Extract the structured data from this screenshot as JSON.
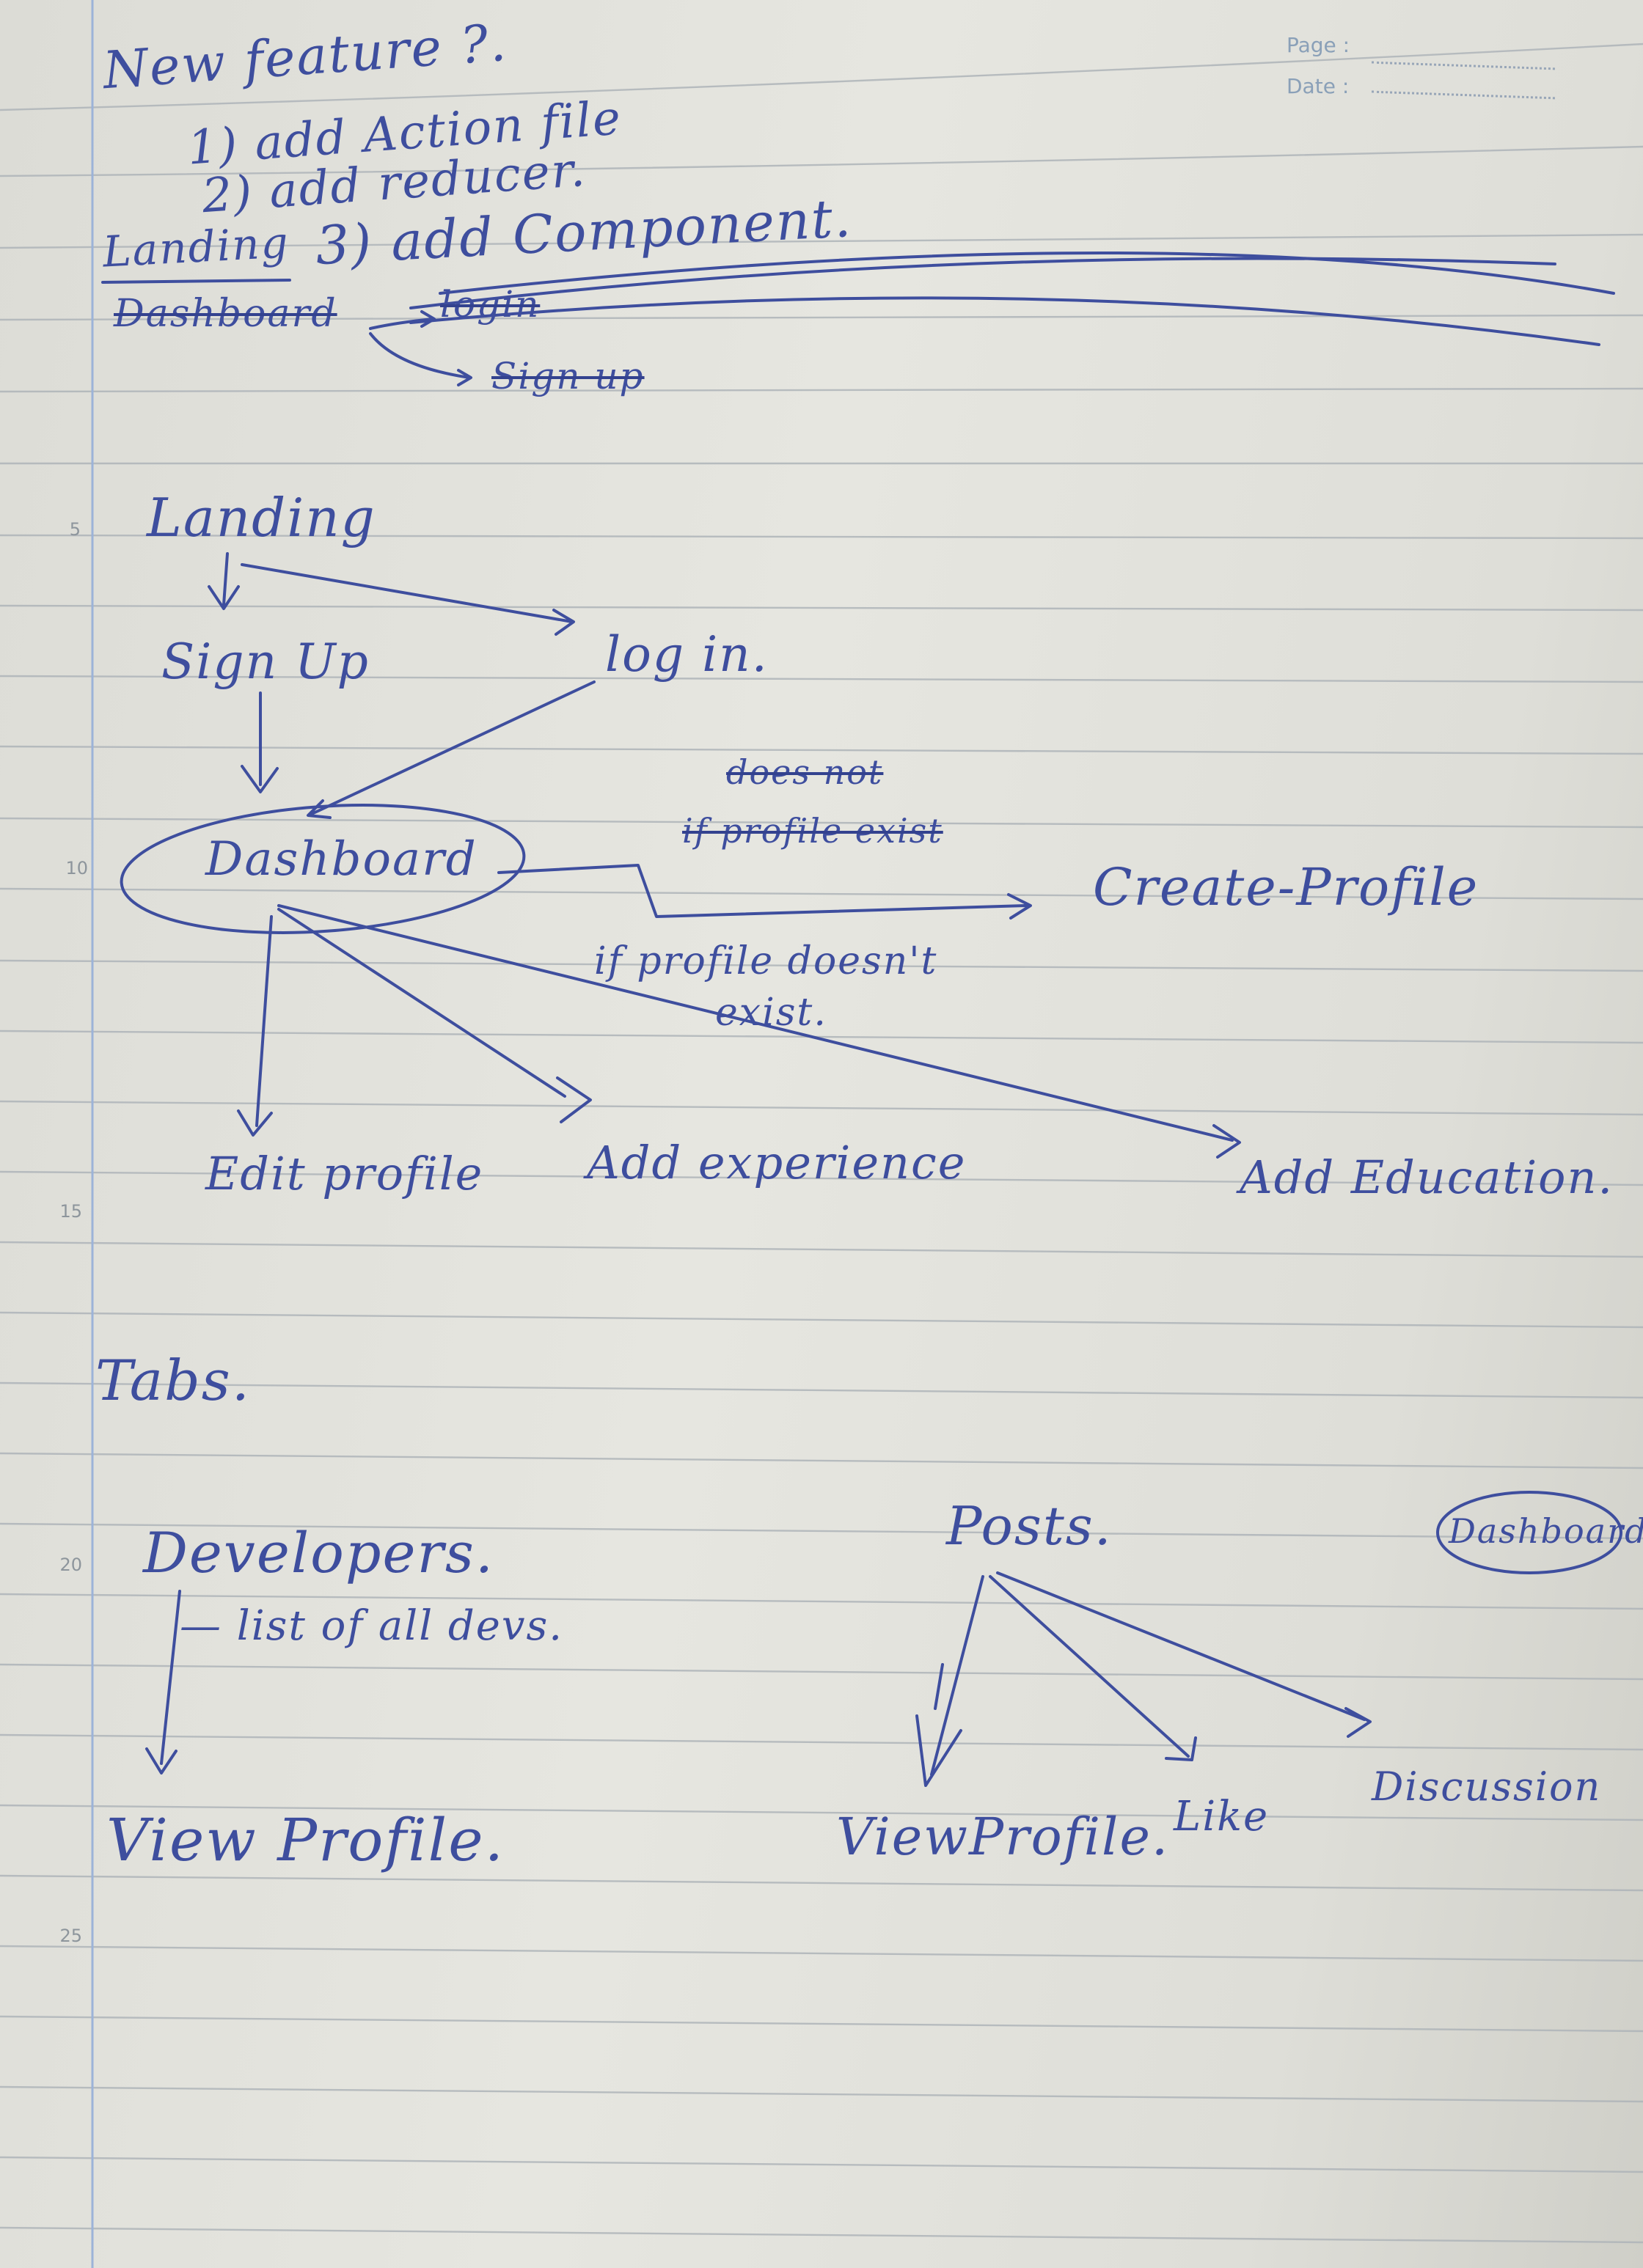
{
  "header": {
    "page_label": "Page :",
    "date_label": "Date :"
  },
  "line_numbers": [
    "5",
    "10",
    "15",
    "20",
    "25"
  ],
  "steps": {
    "title": "New feature ?.",
    "step1": "1) add Action file",
    "step2": "2) add reducer.",
    "step3": "3) add Component.",
    "landing_label": "Landing",
    "dashboard_struck": "Dashboard",
    "login_struck": "login",
    "signup_struck": "Sign up"
  },
  "flow": {
    "landing": "Landing",
    "sign_up": "Sign Up",
    "log_in": "log in.",
    "dashboard": "Dashboard",
    "does_not_struck": "does not",
    "if_profile_exist_struck": "if profile exist",
    "create_profile": "Create-Profile",
    "if_profile_doesnt": "if profile doesn't",
    "exist": "exist.",
    "edit_profile": "Edit profile",
    "add_experience": "Add experience",
    "add_education": "Add Education."
  },
  "tabs": {
    "title": "Tabs.",
    "developers": "Developers.",
    "list_of_devs": "— list of all devs.",
    "view_profile_left": "View Profile.",
    "posts": "Posts.",
    "dashboard_circled": "Dashboard",
    "view_profile_right": "ViewProfile.",
    "like": "Like",
    "discussion": "Discussion"
  }
}
